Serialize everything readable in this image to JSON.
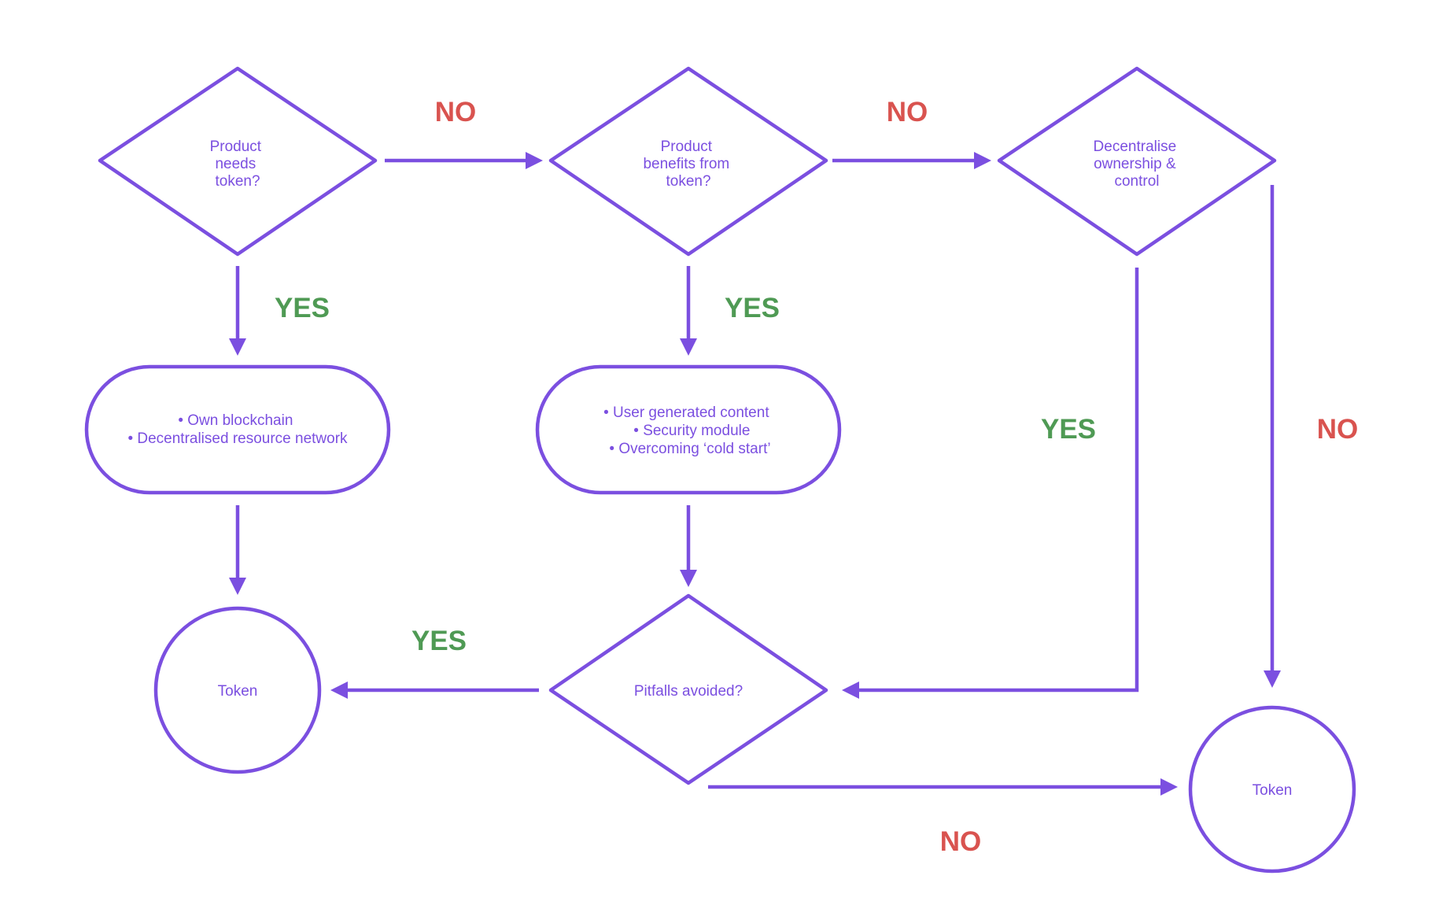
{
  "colors": {
    "stroke": "#7b4fe0",
    "node_text": "#7b4fe0",
    "yes": "#4f9a54",
    "no": "#d9534f",
    "background": "#ffffff"
  },
  "nodes": {
    "needs_token": {
      "lines": [
        "Product",
        "needs",
        "token?"
      ]
    },
    "benefits_token": {
      "lines": [
        "Product",
        "benefits from",
        "token?"
      ]
    },
    "decentralise": {
      "lines": [
        "Decentralise",
        "ownership &",
        "control"
      ]
    },
    "own_blockchain": {
      "lines": [
        "• Own blockchain",
        "• Decentralised resource network"
      ]
    },
    "user_content": {
      "lines": [
        "• User generated content",
        "• Security module",
        "• Overcoming ‘cold start’"
      ]
    },
    "pitfalls": {
      "lines": [
        "Pitfalls avoided?"
      ]
    },
    "token_left": {
      "lines": [
        "Token"
      ]
    },
    "token_right": {
      "lines": [
        "Token"
      ]
    }
  },
  "labels": {
    "needs_to_benefits": "NO",
    "benefits_to_decentralise": "NO",
    "needs_to_blockchain": "YES",
    "benefits_to_content": "YES",
    "decentralise_to_pitfalls": "YES",
    "decentralise_to_token": "NO",
    "pitfalls_to_token_left": "YES",
    "pitfalls_to_token_right": "NO"
  }
}
